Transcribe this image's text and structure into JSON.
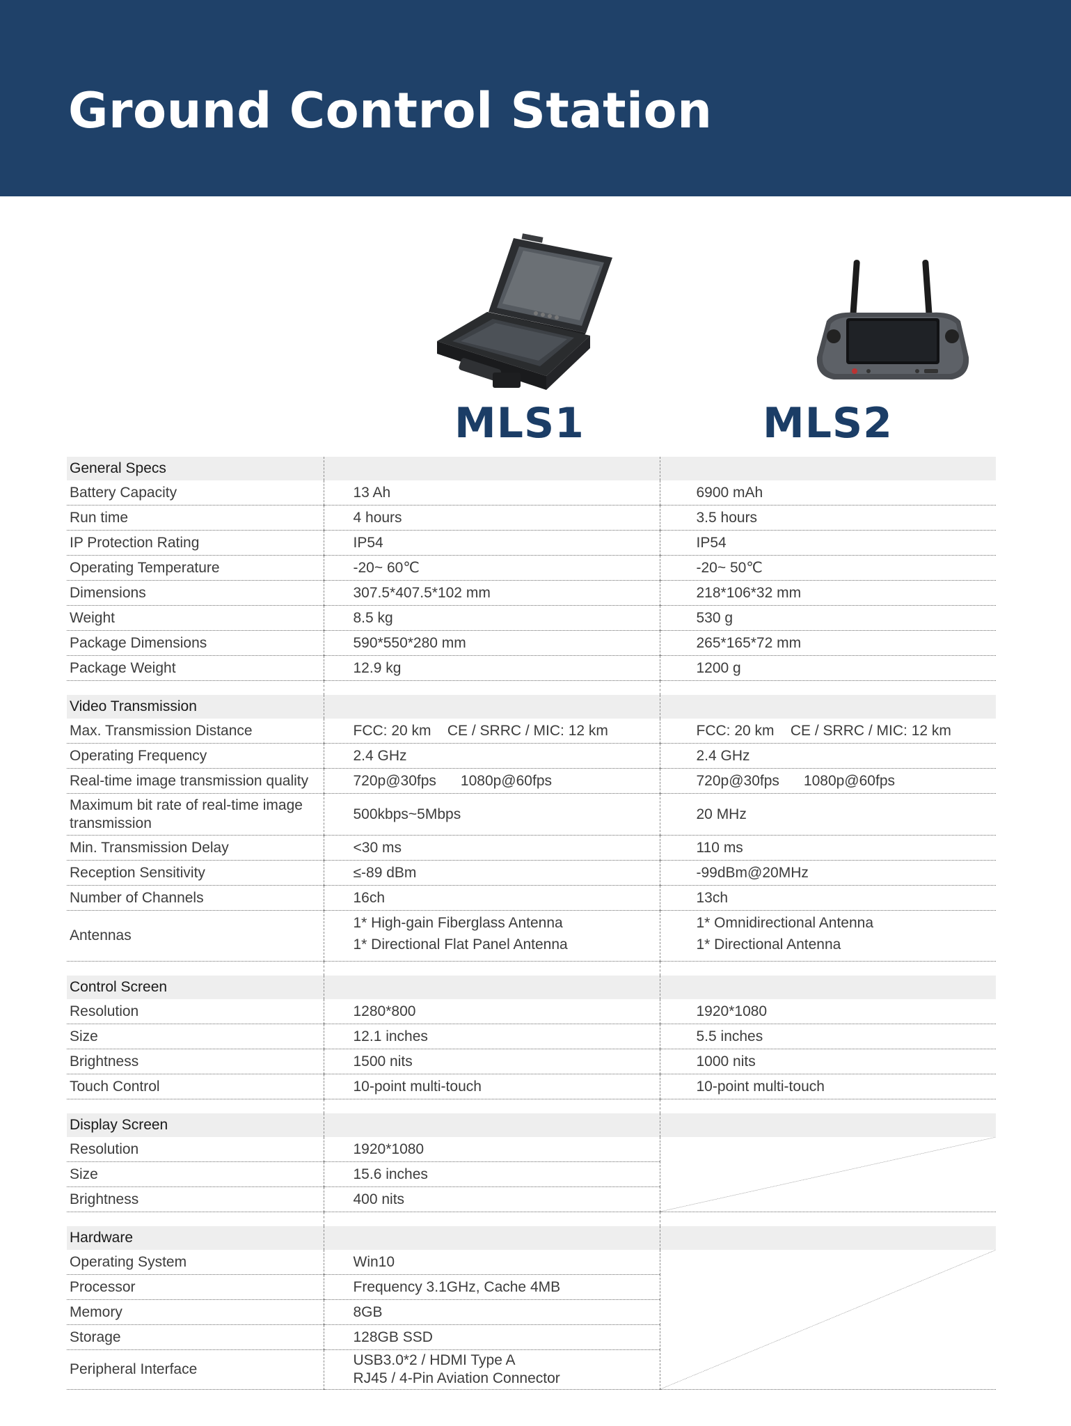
{
  "header": {
    "title": "Ground Control Station"
  },
  "products": [
    {
      "name": "MLS1",
      "image": "rugged-laptop-gcs"
    },
    {
      "name": "MLS2",
      "image": "handheld-controller"
    }
  ],
  "sections": {
    "general": {
      "title": "General Specs",
      "rows": [
        [
          "Battery Capacity",
          "13 Ah",
          "6900 mAh"
        ],
        [
          "Run time",
          "4 hours",
          "3.5 hours"
        ],
        [
          "IP Protection Rating",
          "IP54",
          "IP54"
        ],
        [
          "Operating Temperature",
          "-20~ 60℃",
          "-20~ 50℃"
        ],
        [
          "Dimensions",
          "307.5*407.5*102 mm",
          "218*106*32 mm"
        ],
        [
          "Weight",
          "8.5 kg",
          "530 g"
        ],
        [
          "Package Dimensions",
          "590*550*280 mm",
          "265*165*72 mm"
        ],
        [
          "Package Weight",
          "12.9 kg",
          "1200 g"
        ]
      ]
    },
    "video": {
      "title": "Video Transmission",
      "rows": [
        [
          "Max. Transmission Distance",
          "FCC: 20 km    CE / SRRC / MIC: 12 km",
          "FCC: 20 km    CE / SRRC / MIC: 12 km"
        ],
        [
          "Operating Frequency",
          "2.4 GHz",
          "2.4 GHz"
        ],
        [
          "Real-time image transmission quality",
          "720p@30fps      1080p@60fps",
          "720p@30fps      1080p@60fps"
        ],
        [
          "Maximum bit rate of real-time image transmission",
          "500kbps~5Mbps",
          "20 MHz"
        ],
        [
          "Min. Transmission Delay",
          "<30 ms",
          "110 ms"
        ],
        [
          "Reception Sensitivity",
          "≤-89 dBm",
          "-99dBm@20MHz"
        ],
        [
          "Number of Channels",
          "16ch",
          "13ch"
        ]
      ],
      "antennas": {
        "label": "Antennas",
        "mls1": [
          "1* High-gain Fiberglass Antenna",
          "1* Directional Flat Panel Antenna"
        ],
        "mls2": [
          "1* Omnidirectional Antenna",
          "1* Directional Antenna"
        ]
      }
    },
    "control": {
      "title": "Control Screen",
      "rows": [
        [
          "Resolution",
          "1280*800",
          "1920*1080"
        ],
        [
          "Size",
          "12.1 inches",
          "5.5 inches"
        ],
        [
          "Brightness",
          "1500 nits",
          "1000 nits"
        ],
        [
          "Touch Control",
          "10-point multi-touch",
          "10-point multi-touch"
        ]
      ]
    },
    "display": {
      "title": "Display Screen",
      "rows": [
        [
          "Resolution",
          "1920*1080"
        ],
        [
          "Size",
          "15.6 inches"
        ],
        [
          "Brightness",
          "400 nits"
        ]
      ]
    },
    "hardware": {
      "title": "Hardware",
      "rows": [
        [
          "Operating System",
          "Win10"
        ],
        [
          "Processor",
          "Frequency 3.1GHz, Cache 4MB"
        ],
        [
          "Memory",
          "8GB"
        ],
        [
          "Storage",
          "128GB SSD"
        ]
      ],
      "peripheral": {
        "label": "Peripheral Interface",
        "lines": [
          "USB3.0*2 / HDMI Type A",
          "RJ45 / 4-Pin Aviation Connector"
        ]
      }
    }
  }
}
